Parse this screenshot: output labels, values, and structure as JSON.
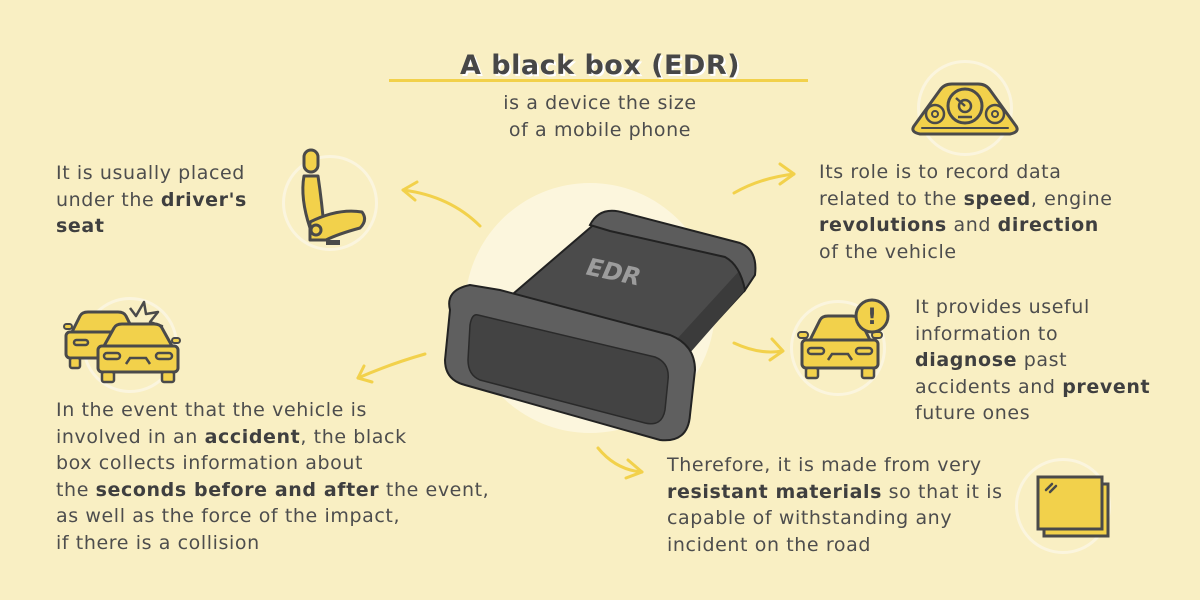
{
  "header": {
    "title": "A black box (EDR)",
    "subtitle_line1": "is a device the size",
    "subtitle_line2": "of a mobile phone"
  },
  "device": {
    "label": "EDR",
    "icon": "black-box-device"
  },
  "facts": {
    "location": {
      "icon": "car-seat-icon",
      "line1": "It is usually placed",
      "line2_pre": "under the ",
      "line2_bold": "driver's",
      "line3_bold": "seat"
    },
    "role": {
      "icon": "dashboard-gauge-icon",
      "line1": "Its role is to record data",
      "line2_pre": "related to the ",
      "line2_bold": "speed",
      "line2_post": ", engine",
      "line3_bold1": "revolutions",
      "line3_mid": " and ",
      "line3_bold2": "direction",
      "line4": "of the vehicle"
    },
    "diagnose": {
      "icon": "car-warning-icon",
      "warning_glyph": "!",
      "line1": "It provides useful",
      "line2": "information to",
      "line3_bold": "diagnose",
      "line3_post": " past",
      "line4_pre": "accidents and ",
      "line4_bold": "prevent",
      "line5": "future ones"
    },
    "accident": {
      "icon": "car-collision-icon",
      "line1": "In the event that the vehicle is",
      "line2_pre": "involved in an ",
      "line2_bold": "accident",
      "line2_post": ", the black",
      "line3": "box collects information about",
      "line4_pre": "the ",
      "line4_bold": "seconds before and after",
      "line4_post": " the event,",
      "line5": "as well as the force of the impact,",
      "line6": "if there is a collision"
    },
    "materials": {
      "icon": "resistant-material-icon",
      "line1": "Therefore, it is made from very",
      "line2_bold": "resistant materials",
      "line2_post": " so that it is",
      "line3": "capable of withstanding any",
      "line4": "incident on the road"
    }
  },
  "colors": {
    "background": "#f9efc3",
    "accent_yellow": "#f2d14b",
    "text": "#4d4d4d",
    "device_body": "#4b4b4b",
    "halo": "#fcf6dd"
  }
}
